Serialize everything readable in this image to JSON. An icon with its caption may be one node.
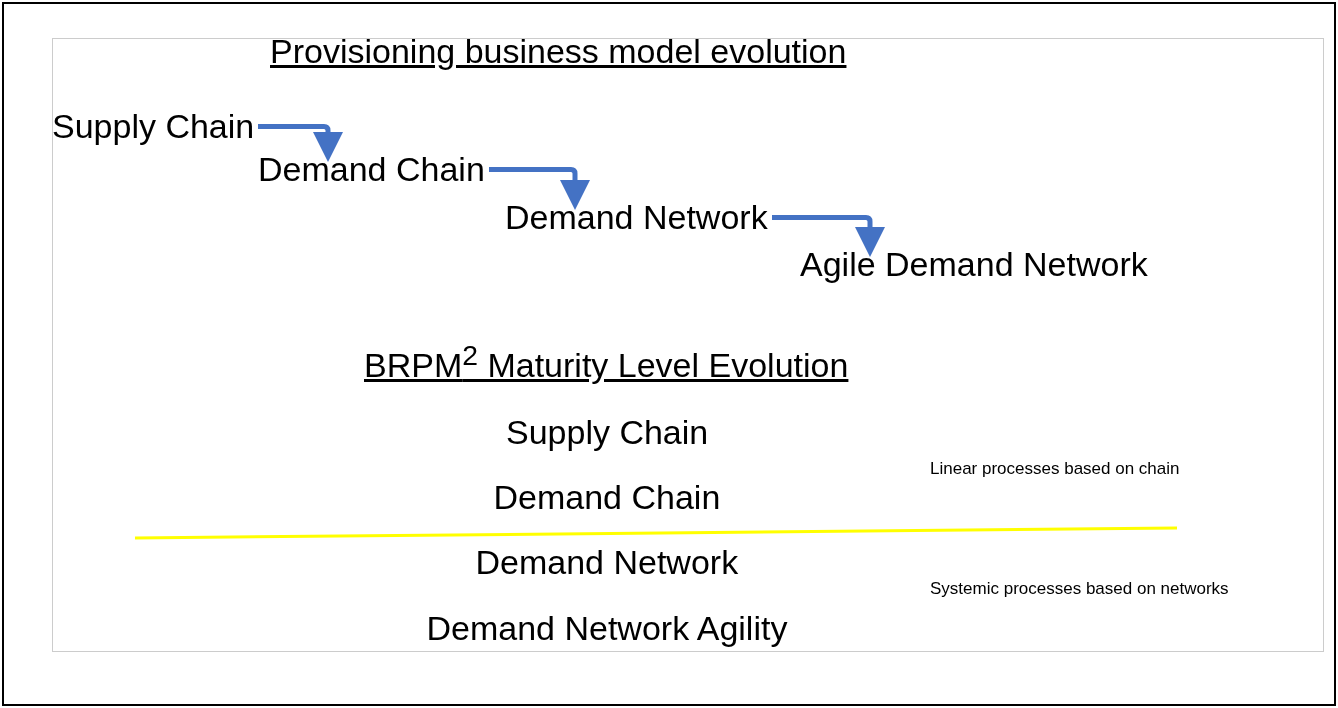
{
  "diagram": {
    "title": "Provisioning business model evolution",
    "nodes": [
      {
        "text": [
          "Supply Chain"
        ]
      },
      {
        "text": [
          "Demand Chain"
        ]
      },
      {
        "text": [
          "Demand Network"
        ]
      },
      {
        "text": [
          "Agile Demand Network"
        ]
      }
    ],
    "edges": [
      {
        "from": 0,
        "to": 1,
        "arrow": "to"
      },
      {
        "from": 1,
        "to": 2,
        "arrow": "to"
      },
      {
        "from": 2,
        "to": 3,
        "arrow": "to"
      }
    ],
    "labels": [
      "BRPM$^{2}$ Maturity Level Evolution",
      "Supply Chain",
      "Demand Chain",
      "Linear processes based on chain",
      "Demand Network",
      "Demand Network Agility",
      "Systemic processes based on networks"
    ]
  }
}
